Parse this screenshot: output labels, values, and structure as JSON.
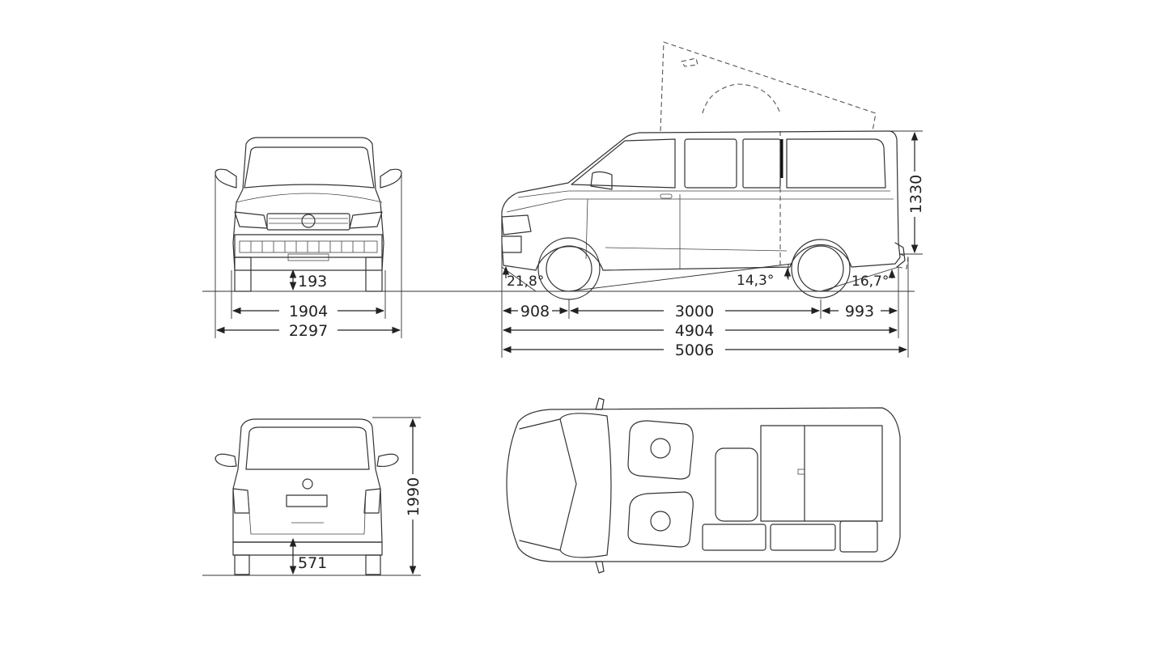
{
  "dimensions": {
    "track_front": "1904",
    "width_mirrors": "2297",
    "ground_clearance_front": "193",
    "overhang_front": "908",
    "wheelbase": "3000",
    "overhang_rear": "993",
    "length": "4904",
    "length_total": "5006",
    "roof_height": "1330",
    "height": "1990",
    "rear_sill_height": "571"
  },
  "angles": {
    "approach": "21,8°",
    "ramp": "14,3°",
    "departure": "16,7°"
  },
  "colors": {
    "line": "#333333",
    "background": "#ffffff"
  }
}
